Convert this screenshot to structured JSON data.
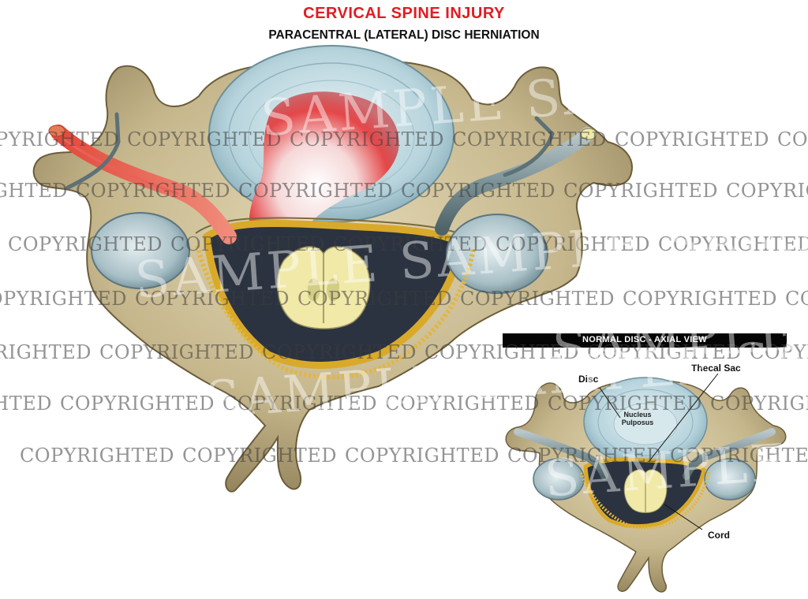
{
  "header": {
    "title": "CERVICAL SPINE INJURY",
    "subtitle": "PARACENTRAL (LATERAL) DISC HERNIATION",
    "title_color": "#e31b23"
  },
  "inset": {
    "banner": "NORMAL DISC - AXIAL VIEW",
    "labels": {
      "disc": "Disc",
      "thecal_sac": "Thecal Sac",
      "nucleus_line1": "Nucleus",
      "nucleus_line2": "Pulposus",
      "cord": "Cord"
    }
  },
  "watermark": {
    "text": "COPYRIGHTED",
    "sample_text": "SAMPLE SAMPLE SAMPLE"
  },
  "colors": {
    "bone": "#c8bb92",
    "bone_dark": "#7d6f4a",
    "disc": "#b9d6de",
    "herniation": "#e2332f",
    "fat": "#d9a92a",
    "cord": "#f1e9a8",
    "nerve": "#8fa1a6",
    "canal": "#2b3340"
  }
}
